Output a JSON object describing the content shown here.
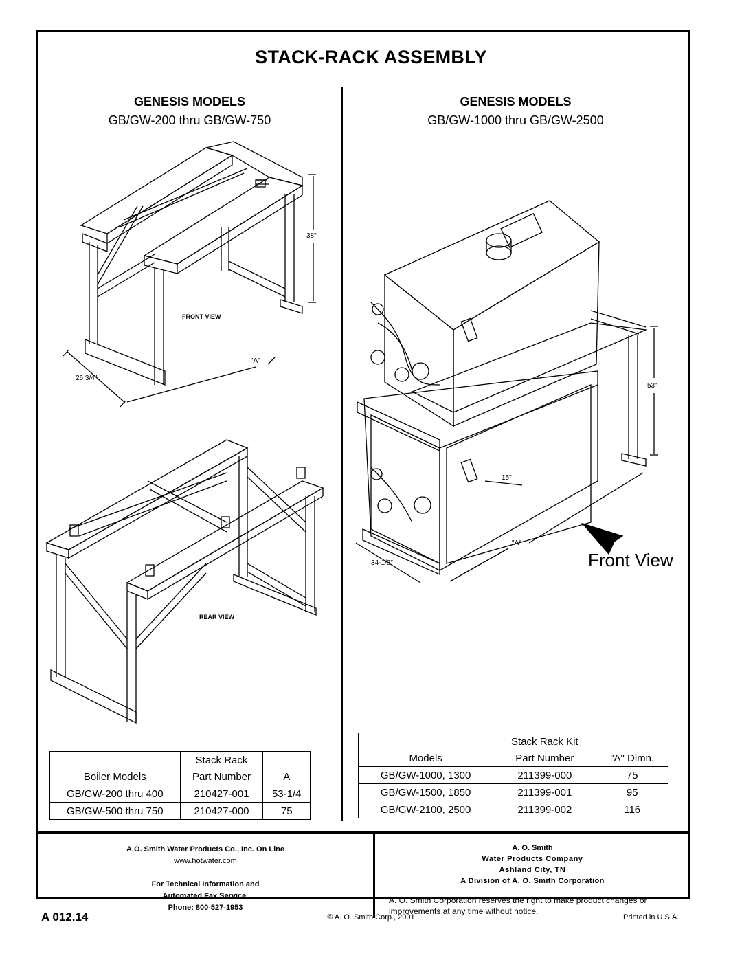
{
  "title": "STACK-RACK ASSEMBLY",
  "left": {
    "heading": "GENESIS MODELS",
    "subheading": "GB/GW-200 thru GB/GW-750",
    "dims": {
      "height": "38\"",
      "depth": "26 3/4\"",
      "width": "\"A\""
    },
    "views": {
      "front": "FRONT VIEW",
      "rear": "REAR VIEW"
    },
    "table": {
      "header1": [
        "",
        "Stack Rack",
        ""
      ],
      "header2": [
        "Boiler Models",
        "Part Number",
        "A"
      ],
      "rows": [
        [
          "GB/GW-200 thru 400",
          "210427-001",
          "53-1/4"
        ],
        [
          "GB/GW-500 thru 750",
          "210427-000",
          "75"
        ]
      ]
    }
  },
  "right": {
    "heading": "GENESIS MODELS",
    "subheading": "GB/GW-1000 thru GB/GW-2500",
    "dims": {
      "height": "53\"",
      "depth": "34-1/8\"",
      "width": "\"A\"",
      "offset": "15\""
    },
    "front_view_label": "Front View",
    "table": {
      "header1": [
        "",
        "Stack Rack Kit",
        ""
      ],
      "header2": [
        "Models",
        "Part Number",
        "\"A\" Dimn."
      ],
      "rows": [
        [
          "GB/GW-1000, 1300",
          "211399-000",
          "75"
        ],
        [
          "GB/GW-1500, 1850",
          "211399-001",
          "95"
        ],
        [
          "GB/GW-2100, 2500",
          "211399-002",
          "116"
        ]
      ]
    }
  },
  "footer": {
    "left_line1": "A.O. Smith Water Products Co., Inc. On Line",
    "left_line2": "www.hotwater.com",
    "left_line3": "For Technical Information and",
    "left_line4": "Automated Fax Service,",
    "left_line5": "Phone: 800-527-1953",
    "right_line1": "A. O. Smith",
    "right_line2": "Water Products Company",
    "right_line3": "Ashland City, TN",
    "right_line4": "A Division of A. O. Smith Corporation",
    "right_note": "A. O. Smith Corporation reserves the right to make product changes or improvements at any time without notice.",
    "doc_number": "A 012.14",
    "copyright": "© A. O. Smith Corp., 2001",
    "printed": "Printed in U.S.A."
  }
}
